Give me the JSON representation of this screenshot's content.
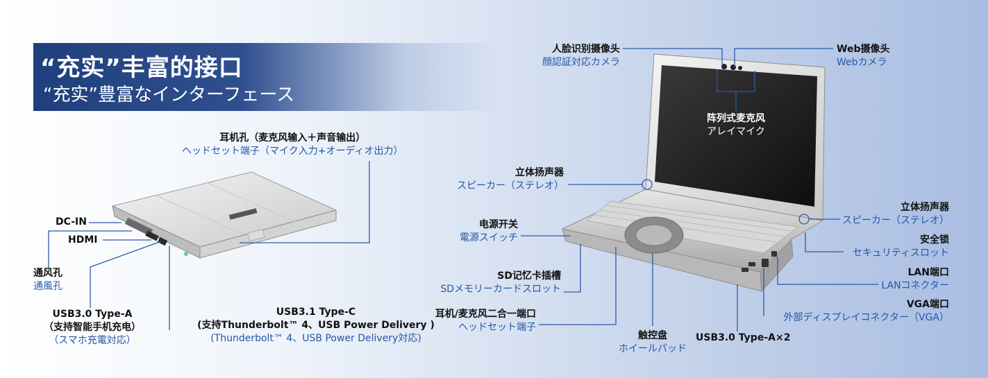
{
  "title": {
    "main": "“充实”丰富的接口",
    "sub": "“充实”豊富なインターフェース"
  },
  "labels": {
    "headset_left": {
      "cn": "耳机孔（麦克风输入＋声音输出）",
      "jp": "ヘッドセット端子（マイク入力+オーディオ出力）"
    },
    "dcin": {
      "cn": "DC-IN"
    },
    "hdmi": {
      "cn": "HDMI"
    },
    "vent": {
      "cn": "通风孔",
      "jp": "通風孔"
    },
    "usb30a_left": {
      "cn1": "USB3.0 Type-A",
      "cn2": "（支持智能手机充电）",
      "jp": "（スマホ充電対応）"
    },
    "usb31c": {
      "cn1": "USB3.1 Type-C",
      "cn2": "(支持Thunderbolt™ 4、USB Power Delivery )",
      "jp": "(Thunderbolt™ 4、USB Power Delivery対応)"
    },
    "face_camera": {
      "cn": "人脸识别摄像头",
      "jp": "顔認証対応カメラ"
    },
    "web_camera": {
      "cn": "Web摄像头",
      "jp": "Webカメラ"
    },
    "mic_array": {
      "cn": "阵列式麦克风",
      "jp": "アレイマイク"
    },
    "speaker_left": {
      "cn": "立体扬声器",
      "jp": "スピーカー（ステレオ）"
    },
    "speaker_right": {
      "cn": "立体扬声器",
      "jp": "スピーカー（ステレオ）"
    },
    "power": {
      "cn": "电源开关",
      "jp": "電源スイッチ"
    },
    "sd_slot": {
      "cn": "SD记忆卡插槽",
      "jp": "SDメモリーカードスロット"
    },
    "headset_right": {
      "cn": "耳机/麦克风二合一端口",
      "jp": "ヘッドセット端子"
    },
    "touchpad": {
      "cn": "触控盘",
      "jp": "ホイールパッド"
    },
    "usb30a_right": {
      "cn": "USB3.0 Type-A×2"
    },
    "security": {
      "cn": "安全锁",
      "jp": "セキュリティスロット"
    },
    "lan": {
      "cn": "LAN端口",
      "jp": "LANコネクター"
    },
    "vga": {
      "cn": "VGA端口",
      "jp": "外部ディスプレイコネクター（VGA）"
    }
  },
  "colors": {
    "title_band": "#1f3f7c",
    "label_jp": "#2456a6",
    "leader_line": "#2a5aa8"
  }
}
